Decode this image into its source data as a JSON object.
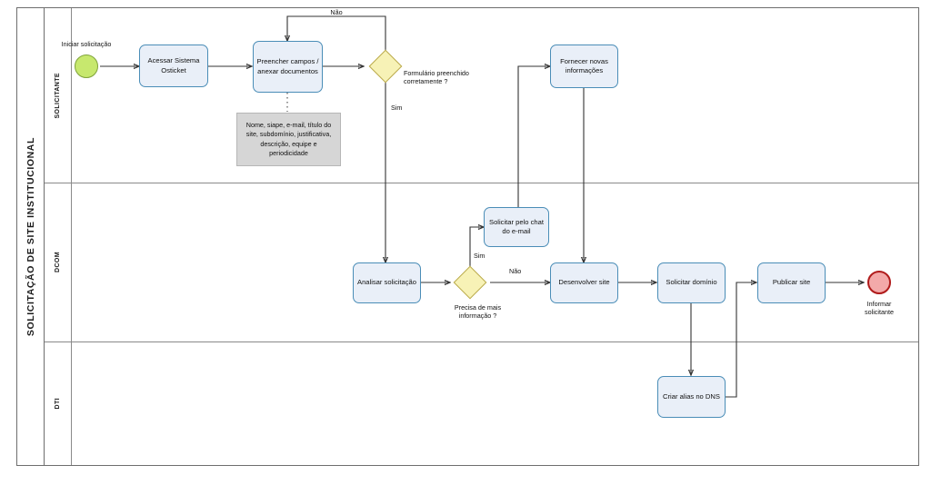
{
  "pool": {
    "title": "SOLICITAÇÃO DE SITE INSTITUCIONAL",
    "lanes": [
      {
        "id": "solicitante",
        "label": "SOLICITANTE"
      },
      {
        "id": "dcom",
        "label": "DCOM"
      },
      {
        "id": "dti",
        "label": "DTI"
      }
    ]
  },
  "events": {
    "start": {
      "name": "start-event",
      "label": "Iniciar solicitação",
      "color": "#c7e86e",
      "border": "#7fa33a"
    },
    "end": {
      "name": "end-event",
      "label": "Informar\nsolicitante",
      "color": "#f3a9a9",
      "border": "#b01b1b"
    }
  },
  "tasks": [
    {
      "id": "acessar",
      "label": "Acessar Sistema\nOsticket",
      "lane": "solicitante"
    },
    {
      "id": "preencher",
      "label": "Preencher\ncampos /\nanexar\ndocumentos",
      "lane": "solicitante"
    },
    {
      "id": "fornecer",
      "label": "Fornecer novas\ninformações",
      "lane": "solicitante"
    },
    {
      "id": "analisar",
      "label": "Analisar\nsolicitação",
      "lane": "dcom"
    },
    {
      "id": "solicitar_chat",
      "label": "Solicitar pelo\nchat do e-mail",
      "lane": "dcom"
    },
    {
      "id": "desenvolver",
      "label": "Desenvolver site",
      "lane": "dcom"
    },
    {
      "id": "solicitar_dominio",
      "label": "Solicitar domínio",
      "lane": "dcom"
    },
    {
      "id": "publicar",
      "label": "Publicar site",
      "lane": "dcom"
    },
    {
      "id": "criar_alias",
      "label": "Criar alias no\nDNS",
      "lane": "dti"
    }
  ],
  "gateways": [
    {
      "id": "gw_formulario",
      "label": "Formulário preenchido\ncorretamente ?",
      "lane": "solicitante",
      "color": "#f7f2b6"
    },
    {
      "id": "gw_info",
      "label": "Precisa de mais\ninformação ?",
      "lane": "dcom",
      "color": "#f7f2b6"
    }
  ],
  "annotations": [
    {
      "id": "campos_nota",
      "text": "Nome, siape, e-mail, título do site, subdomínio, justificativa, descrição, equipe e periodicidade",
      "color": "#d6d6d6"
    }
  ],
  "flow_labels": {
    "nao_formulario": "Não",
    "sim_formulario": "Sim",
    "sim_info": "Sim",
    "nao_info": "Não"
  },
  "colors": {
    "task_fill": "#e9eff8",
    "task_border": "#4a8db7",
    "gateway_fill": "#f7f2b6",
    "gateway_border": "#b9a94a",
    "note_fill": "#d6d6d6",
    "edge": "#333333",
    "pool_border": "#6e6e6e"
  }
}
